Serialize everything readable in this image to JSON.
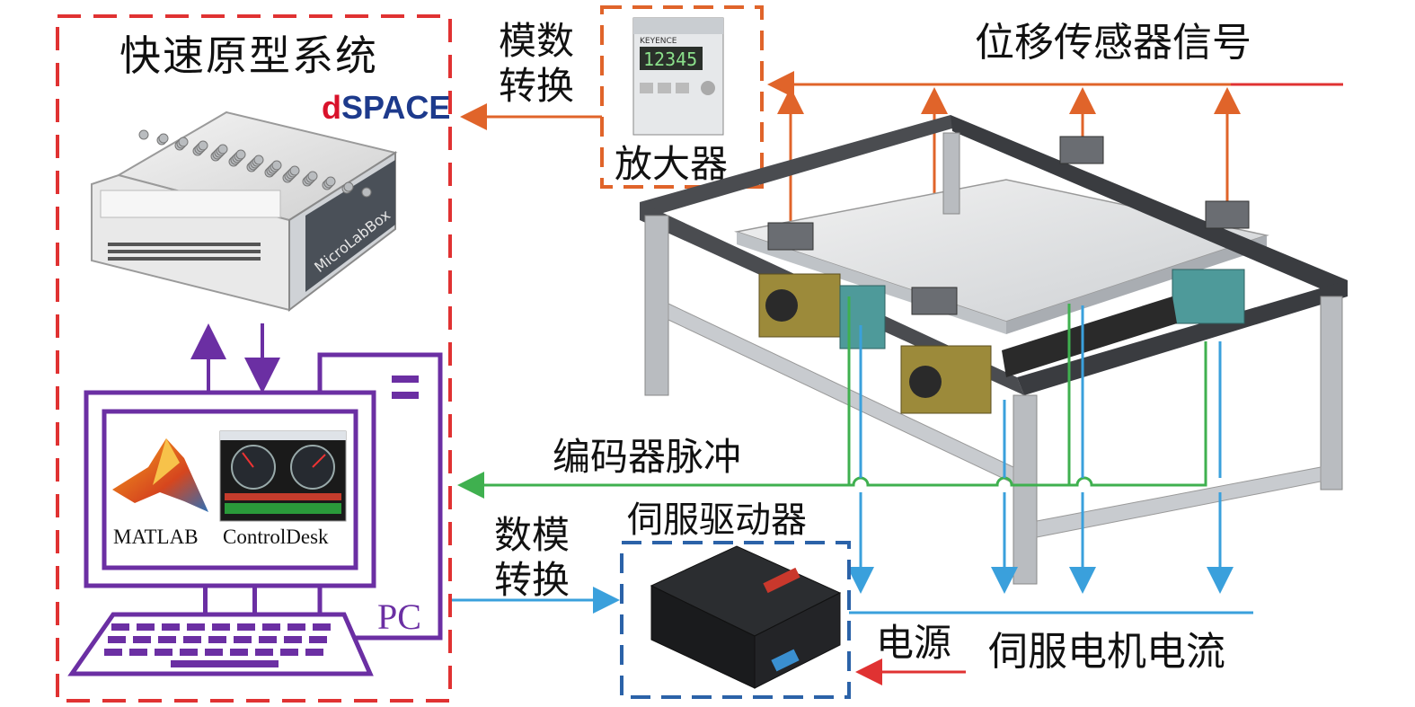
{
  "colors": {
    "red": "#e03232",
    "orange": "#e0642a",
    "purple": "#6b2fa3",
    "blue": "#3aa0dc",
    "green": "#3fb04f",
    "dspace_red": "#d9122b",
    "dspace_blue": "#1d3a8c"
  },
  "labels": {
    "rapid_prototype": "快速原型系统",
    "dspace_brand_d": "d",
    "dspace_brand_rest": "SPACE",
    "microlabbox": "MicroLabBox",
    "ad_conversion_line1": "模数",
    "ad_conversion_line2": "转换",
    "amplifier": "放大器",
    "amplifier_display": "12345",
    "amplifier_brand": "KEYENCE",
    "displacement_signal": "位移传感器信号",
    "encoder_pulse": "编码器脉冲",
    "da_conversion_line1": "数模",
    "da_conversion_line2": "转换",
    "servo_driver": "伺服驱动器",
    "power_supply": "电源",
    "servo_motor_current": "伺服电机电流",
    "pc": "PC",
    "matlab": "MATLAB",
    "controldesk": "ControlDesk"
  },
  "icons": {
    "matlab": "matlab-logo-icon",
    "controldesk": "controldesk-dashboard-icon",
    "pc": "desktop-computer-icon",
    "servo": "servo-driver-icon",
    "amplifier": "amplifier-unit-icon",
    "platform": "test-platform-frame-icon"
  }
}
